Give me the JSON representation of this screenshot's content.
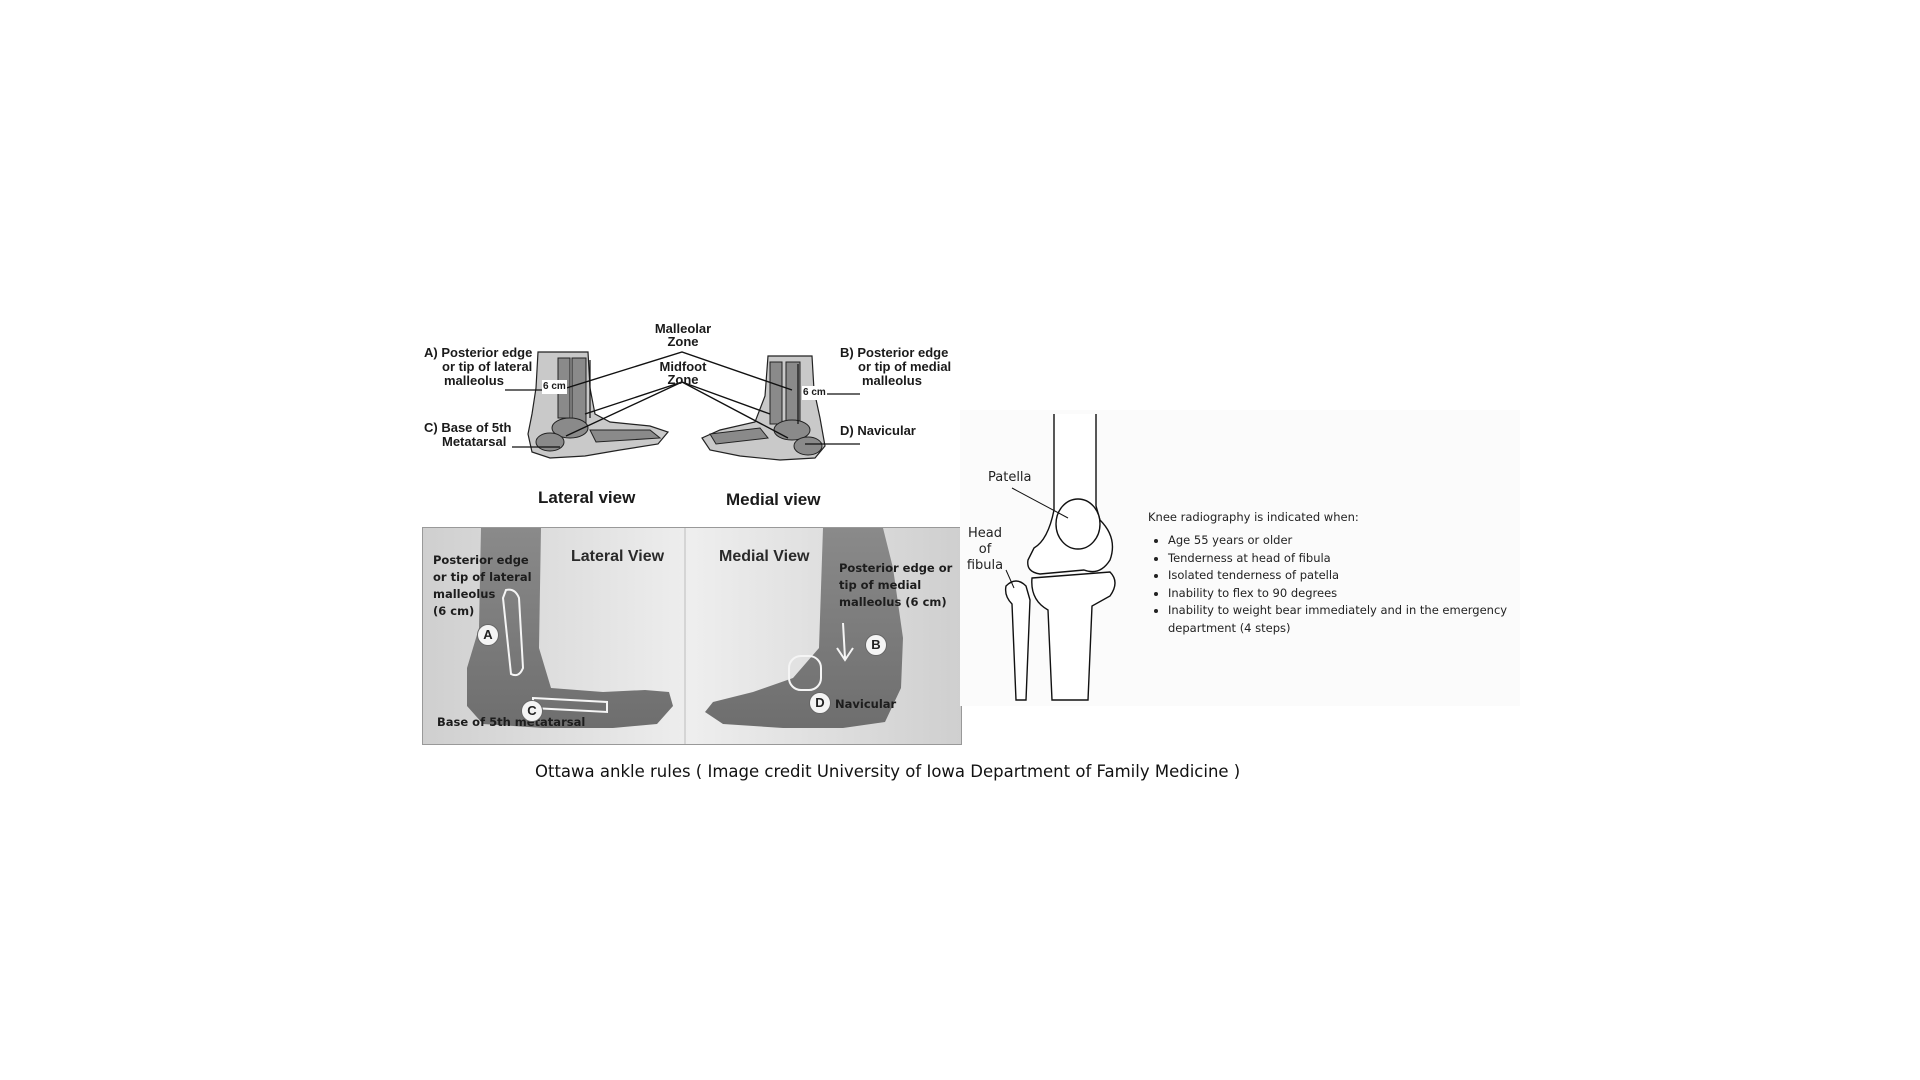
{
  "ankle_diagram": {
    "label_a": [
      "A) Posterior edge",
      "or tip of lateral",
      "malleolus"
    ],
    "label_c": [
      "C) Base of 5th",
      "Metatarsal"
    ],
    "malleolar_zone": [
      "Malleolar",
      "Zone"
    ],
    "midfoot_zone": [
      "Midfoot",
      "Zone"
    ],
    "label_b": [
      "B) Posterior edge",
      "or tip of medial",
      "malleolus"
    ],
    "label_d": "D) Navicular",
    "dist_left": "6 cm",
    "dist_right": "6 cm",
    "lateral_title": "Lateral view",
    "medial_title": "Medial view"
  },
  "ankle_photo": {
    "lateral_title": "Lateral View",
    "medial_title": "Medial View",
    "left_note": [
      "Posterior edge",
      "or tip of lateral",
      "malleolus",
      "(6 cm)"
    ],
    "right_note": [
      "Posterior edge or",
      "tip of medial",
      "malleolus (6 cm)"
    ],
    "bottom_left": "Base of 5th metatarsal",
    "navicular": "Navicular",
    "marker_a": "A",
    "marker_b": "B",
    "marker_c": "C",
    "marker_d": "D"
  },
  "knee": {
    "patella_label": "Patella",
    "fibula_label": [
      "Head of",
      "fibula"
    ],
    "heading": "Knee radiography is indicated when:",
    "criteria": [
      "Age 55 years or older",
      "Tenderness at head of fibula",
      "Isolated tenderness of patella",
      "Inability to flex to 90 degrees",
      "Inability to weight bear immediately and in the emergency department (4 steps)"
    ]
  },
  "caption": "Ottawa ankle rules ( Image credit University of Iowa Department of Family Medicine )"
}
